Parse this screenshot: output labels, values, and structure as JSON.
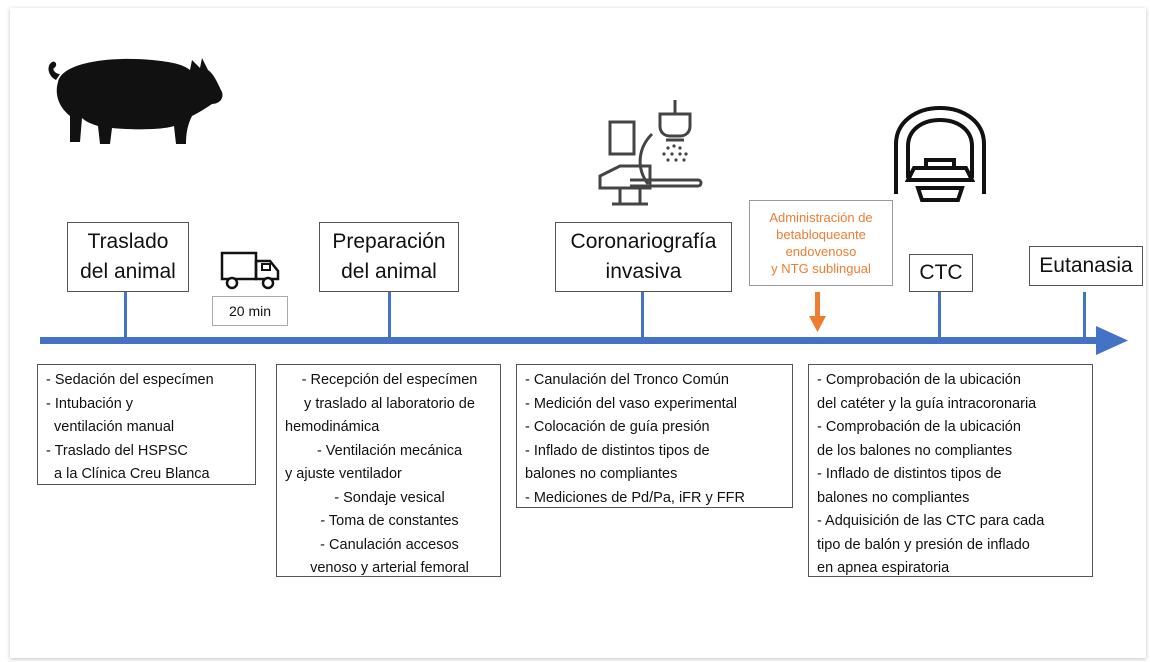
{
  "stages": [
    {
      "id": "traslado",
      "label": "Traslado\ndel animal"
    },
    {
      "id": "preparacion",
      "label": "Preparación\ndel animal"
    },
    {
      "id": "coronariografia",
      "label": "Coronariografía\ninvasiva"
    },
    {
      "id": "ctc",
      "label": "CTC"
    },
    {
      "id": "eutanasia",
      "label": "Eutanasia"
    }
  ],
  "transport": {
    "duration_label": "20 min"
  },
  "orange_note": {
    "text": "Administración de\nbetabloqueante\nendovenoso\ny NTG sublingual",
    "color": "#ee7d31"
  },
  "details": [
    {
      "id": "traslado",
      "lines": [
        "- Sedación del especímen",
        "- Intubación y",
        "  ventilación manual",
        "- Traslado del HSPSC",
        "  a la Clínica Creu Blanca"
      ]
    },
    {
      "id": "preparacion",
      "lines": [
        "- Recepción del especímen",
        "y traslado al laboratorio de",
        "hemodinámica",
        "- Ventilación mecánica",
        "y ajuste ventilador",
        "- Sondaje vesical",
        "- Toma de constantes",
        "- Canulación accesos",
        "venoso y arterial femoral"
      ]
    },
    {
      "id": "coronariografia",
      "lines": [
        "- Canulación del Tronco Común",
        "- Medición del vaso experimental",
        "- Colocación de guía presión",
        "- Inflado de distintos tipos de",
        "balones no compliantes",
        "- Mediciones de Pd/Pa, iFR y FFR"
      ]
    },
    {
      "id": "ctc",
      "lines": [
        "- Comprobación de la ubicación",
        "del catéter y la guía intracoronaria",
        "- Comprobación de la ubicación",
        "de los balones no compliantes",
        "- Inflado de distintos tipos de",
        "balones no compliantes",
        "- Adquisición de las CTC para cada",
        "tipo de balón y presión de inflado",
        "en apnea espiratoria"
      ]
    }
  ],
  "icons": {
    "pig": "pig-icon",
    "truck": "truck-icon",
    "angiography": "angiography-machine-icon",
    "ct_scanner": "ct-scanner-icon"
  },
  "colors": {
    "timeline": "#4472c4",
    "orange": "#ee7d31",
    "ticks": "#4472c4"
  }
}
